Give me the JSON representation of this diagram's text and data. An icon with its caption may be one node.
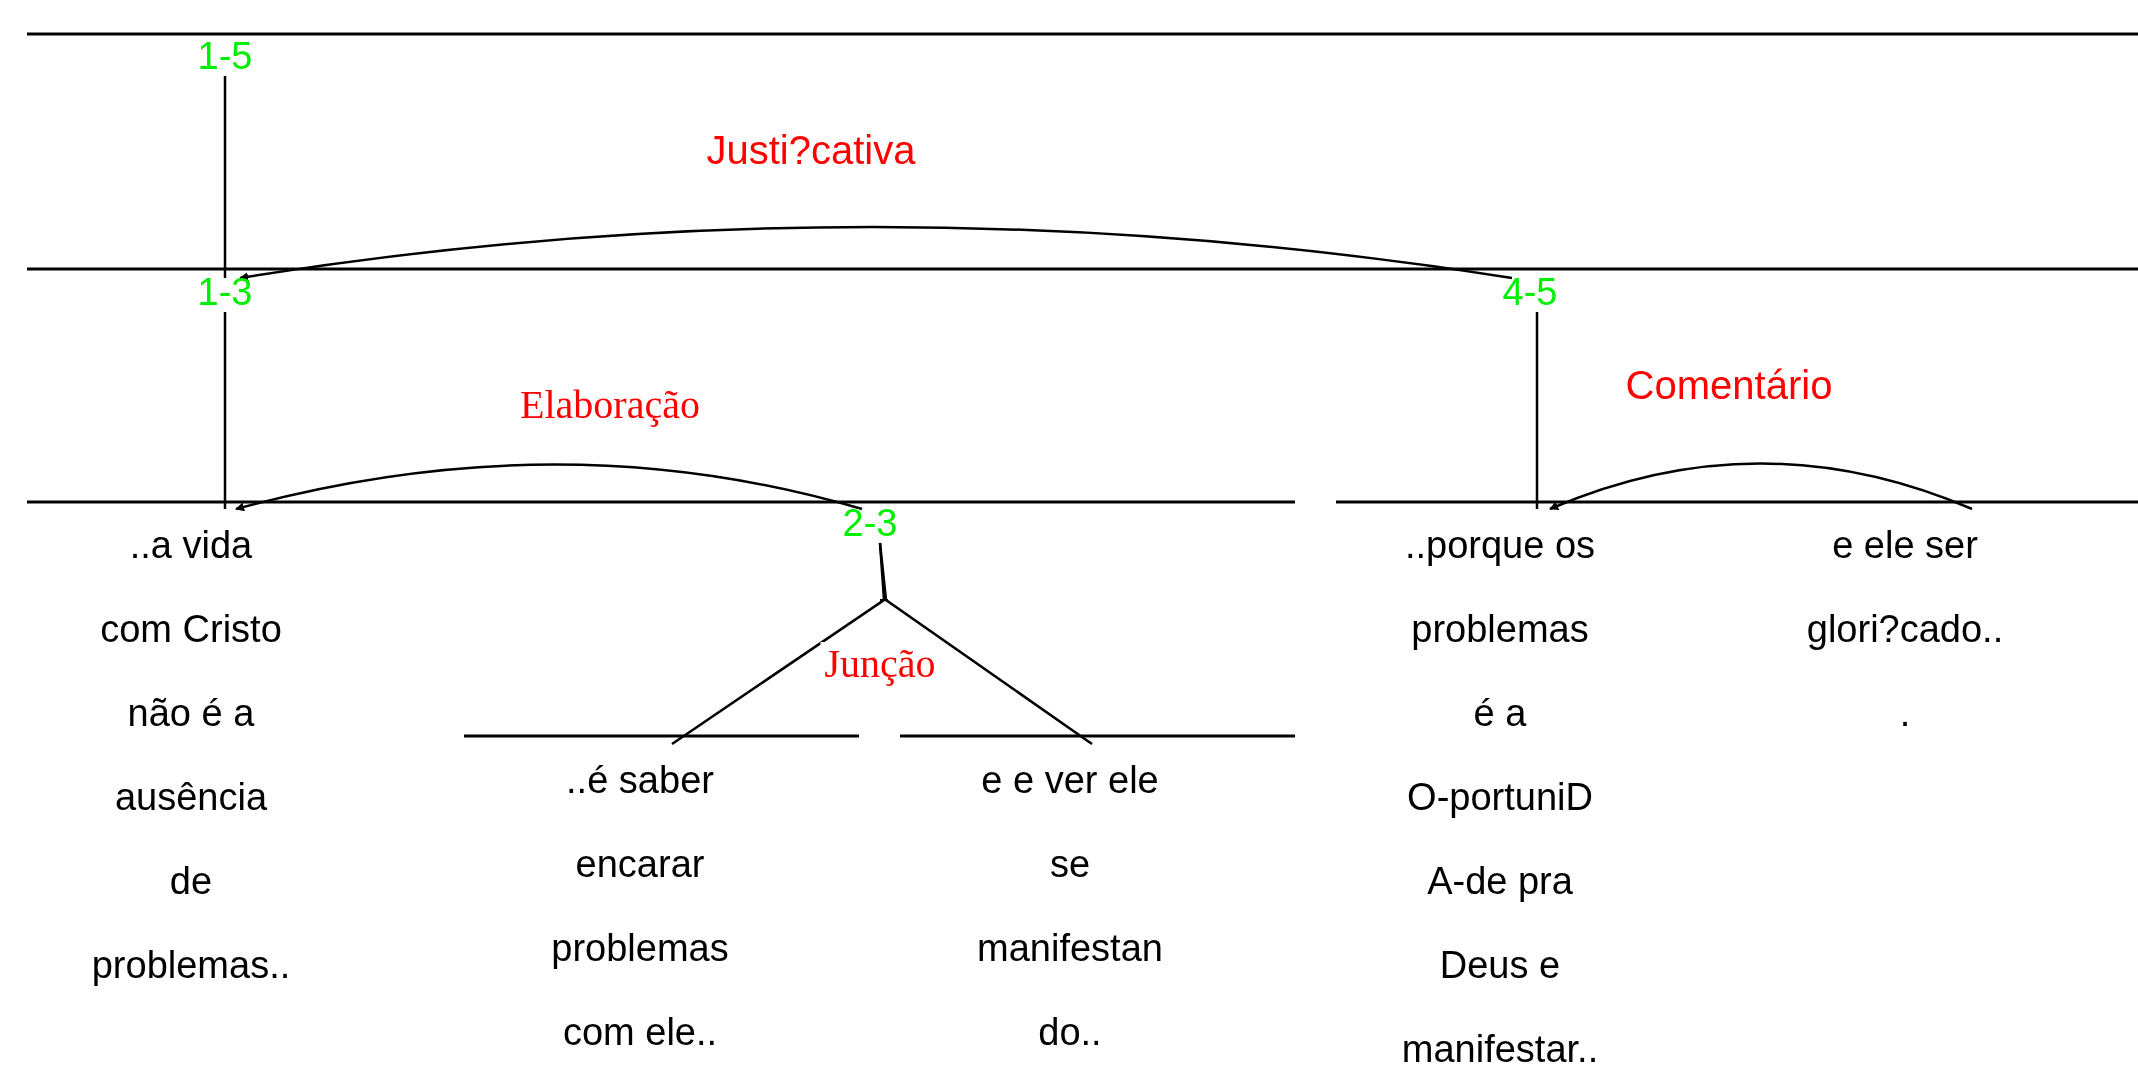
{
  "diagram": {
    "nodes": [
      {
        "text": [
          "1-5"
        ]
      },
      {
        "text": [
          "1-3"
        ]
      },
      {
        "text": [
          "4-5"
        ]
      },
      {
        "text": [
          "..a vida com Cristo não é a ausência de problemas.."
        ]
      },
      {
        "text": [
          "2-3"
        ]
      },
      {
        "text": [
          "..porque os problemas é a O-portuniD A-de pra Deus e manifestar.."
        ]
      },
      {
        "text": [
          "e ele ser glori?cado.. ."
        ]
      },
      {
        "text": [
          "..é saber encarar problemas com ele.."
        ]
      },
      {
        "text": [
          "e e ver ele se manifestan do.."
        ]
      }
    ],
    "edges": [
      {
        "from": 0,
        "to": 1,
        "arrow": "none"
      },
      {
        "from": 2,
        "to": 1,
        "arrow": "to",
        "label": "Justi?cativa"
      },
      {
        "from": 1,
        "to": 3,
        "arrow": "none"
      },
      {
        "from": 4,
        "to": 3,
        "arrow": "to",
        "label": "Elaboração"
      },
      {
        "from": 2,
        "to": 5,
        "arrow": "none"
      },
      {
        "from": 6,
        "to": 5,
        "arrow": "to",
        "label": "Comentário"
      },
      {
        "from": 4,
        "to": 7,
        "arrow": "none",
        "label": "Junção"
      },
      {
        "from": 4,
        "to": 8,
        "arrow": "none"
      }
    ]
  }
}
